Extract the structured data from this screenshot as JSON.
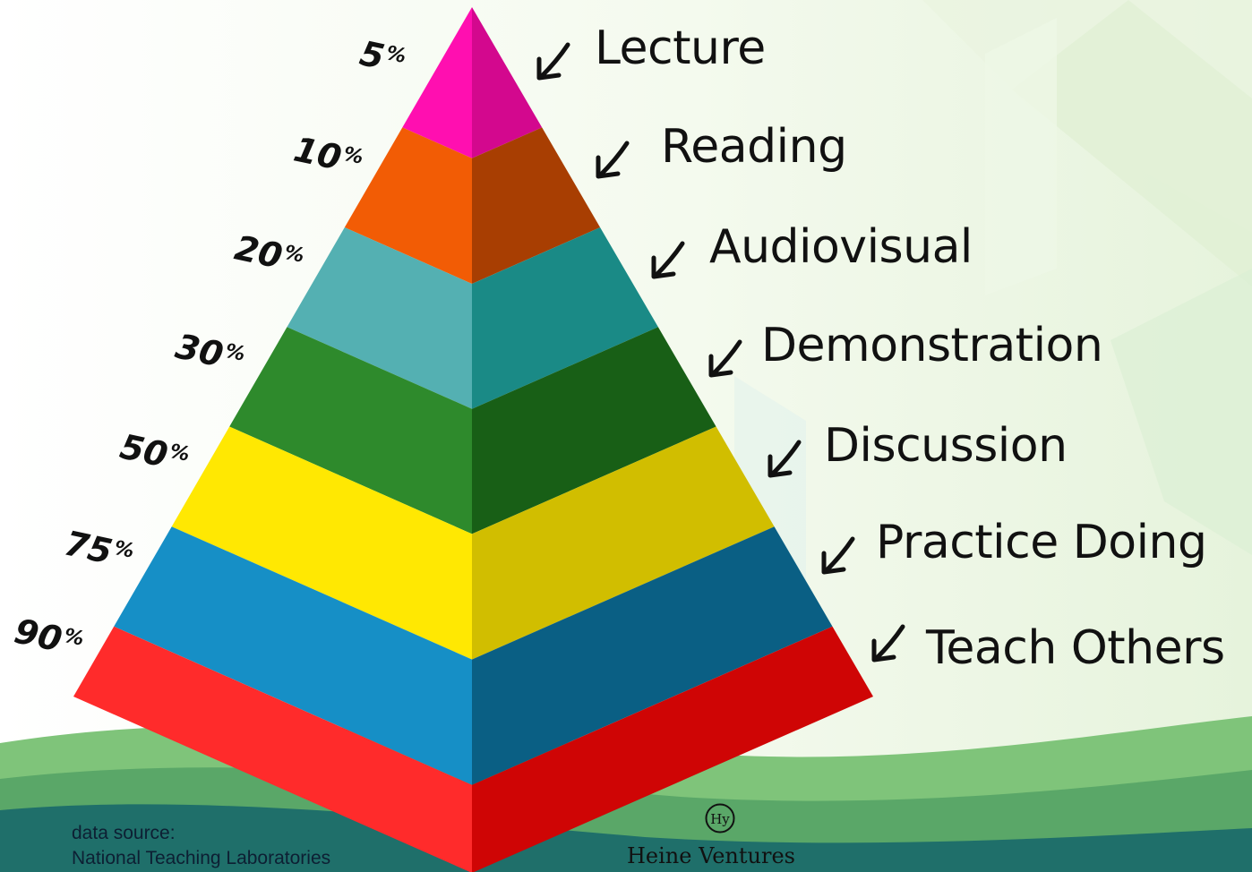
{
  "levels": [
    {
      "percent": "5",
      "label": "Lecture",
      "color_light": "#ff0fb0",
      "color_dark": "#d3088e"
    },
    {
      "percent": "10",
      "label": "Reading",
      "color_light": "#f25c05",
      "color_dark": "#a83e02"
    },
    {
      "percent": "20",
      "label": "Audiovisual",
      "color_light": "#54b0b2",
      "color_dark": "#1a8a86"
    },
    {
      "percent": "30",
      "label": "Demonstration",
      "color_light": "#2e8a2c",
      "color_dark": "#185f16"
    },
    {
      "percent": "50",
      "label": "Discussion",
      "color_light": "#ffe802",
      "color_dark": "#d1be00"
    },
    {
      "percent": "75",
      "label": "Practice Doing",
      "color_light": "#168fc6",
      "color_dark": "#0a5f84"
    },
    {
      "percent": "90",
      "label": "Teach Others",
      "color_light": "#ff2b2b",
      "color_dark": "#cf0505"
    }
  ],
  "percent_symbol": "%",
  "source": {
    "line1": "data source:",
    "line2": "National Teaching Laboratories"
  },
  "logo": {
    "text": "Heine Ventures",
    "mark": "Hy"
  },
  "icons": {
    "pointer": "arrow-down-left-icon"
  },
  "colors": {
    "background_top": "#ffffff",
    "background_tint": "#e8f4d8",
    "band_green": "#6dbb6a",
    "band_teal": "#1d6a64"
  }
}
